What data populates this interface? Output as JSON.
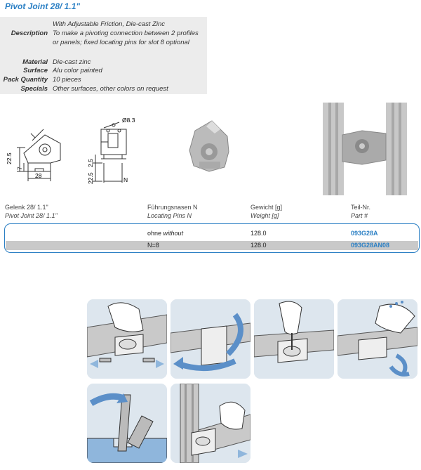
{
  "title": "Pivot Joint 28/ 1.1\"",
  "specs": [
    {
      "key": "",
      "value": "With Adjustable Friction, Die-cast Zinc"
    },
    {
      "key": "Description",
      "value": "To make a pivoting connection between 2 profiles"
    },
    {
      "key": "",
      "value": "or panels; fixed locating pins for slot 8 optional"
    },
    {
      "key": "Material",
      "value": "Die-cast zinc"
    },
    {
      "key": "Surface",
      "value": "Alu color painted"
    },
    {
      "key": "Pack Quantity",
      "value": "10 pieces"
    },
    {
      "key": "Specials",
      "value": "Other surfaces, other colors on request"
    }
  ],
  "drawing": {
    "d1": "22.5",
    "d2": "7",
    "d3": "28",
    "d4": "Ø8.3",
    "d5": "2.5",
    "d6": "22.5",
    "d7": "N"
  },
  "table": {
    "headers": [
      {
        "de": "Gelenk 28/ 1.1\"",
        "en": "Pivot Joint 28/ 1.1\""
      },
      {
        "de": "Führungsnasen N",
        "en": "Locating Pins N"
      },
      {
        "de": "Gewicht [g]",
        "en": "Weight [g]"
      },
      {
        "de": "Teil-Nr.",
        "en": "Part #"
      }
    ],
    "rows": [
      {
        "pins": "ohne",
        "pins_en": "without",
        "weight": "128.0",
        "part": "093G28A"
      },
      {
        "pins": "N=8",
        "pins_en": "",
        "weight": "128.0",
        "part": "093G28AN08"
      }
    ]
  },
  "colors": {
    "accent": "#2a7fc4",
    "spec_bg": "#ececec",
    "row_highlight": "#c9c9c9",
    "panel_bg": "#dde6ee"
  }
}
